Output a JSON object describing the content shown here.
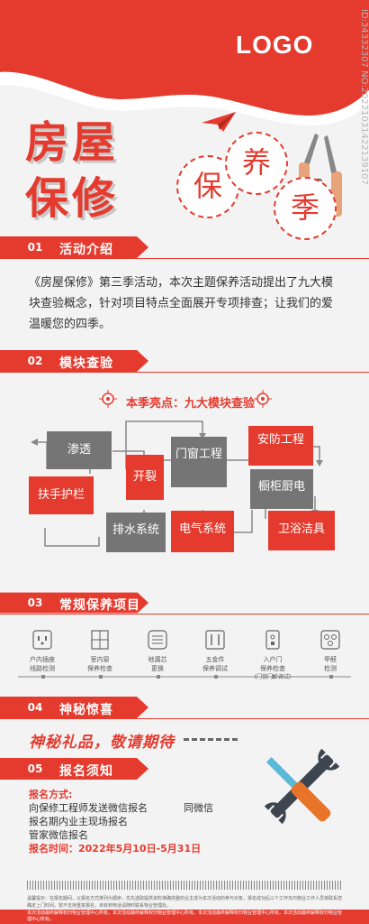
{
  "logo": "LOGO",
  "watermark_id": "ID:34332307 NO:20221031422139107",
  "title": {
    "line1": "房屋",
    "line2": "保修"
  },
  "seals": [
    "保",
    "养",
    "季"
  ],
  "sections": {
    "s1": {
      "num": "01",
      "title": "活动介绍"
    },
    "s2": {
      "num": "02",
      "title": "模块查验"
    },
    "s3": {
      "num": "03",
      "title": "常规保养项目"
    },
    "s4": {
      "num": "04",
      "title": "神秘惊喜"
    },
    "s5": {
      "num": "05",
      "title": "报名须知"
    }
  },
  "intro": "《房屋保修》第三季活动，本次主题保养活动提出了九大模块查验概念，针对项目特点全面展开专项排查；让我们的爱温暖您的四季。",
  "modules_subtitle": "本季亮点：九大模块查验",
  "modules": {
    "shentou": "渗透",
    "fushou": "扶手护栏",
    "kailie": "开裂",
    "menchuang": "门窗工程",
    "anfang": "安防工程",
    "chugui": "橱柜厨电",
    "paishui": "排水系统",
    "dianqi": "电气系统",
    "weiyu": "卫浴洁具"
  },
  "services": [
    {
      "icon": "socket-icon",
      "l1": "户内插座",
      "l2": "线路检测"
    },
    {
      "icon": "window-icon",
      "l1": "室内窗",
      "l2": "保养检查"
    },
    {
      "icon": "drain-icon",
      "l1": "地漏芯",
      "l2": "更换"
    },
    {
      "icon": "tools-icon",
      "l1": "五金件",
      "l2": "保养调试"
    },
    {
      "icon": "doorlock-icon",
      "l1": "入户门",
      "l2": "保养检查"
    },
    {
      "icon": "formaldehyde-icon",
      "l1": "甲醛",
      "l2": "检测"
    }
  ],
  "service_note": "(门锁门铃调试)",
  "slogan": "神秘礼品，敬请期待",
  "registration": {
    "label": "报名方式:",
    "line1": "向保修工程师发送微信报名",
    "line1_right": "同微信",
    "line2": "报名期内业主现场报名",
    "line3": "管家微信报名",
    "time": "报名时间：2022年5月10日-5月31日"
  },
  "notice": "温馨提示：在报名期间，以报名方式排列为顺序，优先选取提供资料准确完整的业主成为本次活动的参与对象，报名成功后三个工作日内物业工作人员将联系您确定上门时间，暂不支持重复报名，未收到电话请随时联系物业管理处。",
  "footer": "本次活动最终解释权归物业管理中心所有。本次活动最终解释权归物业管理中心所有。本次活动最终解释权归物业管理中心所有。本次活动最终解释权归物业管理中心所有。",
  "colors": {
    "red": "#e53b2f",
    "gray": "#757575",
    "bg": "#f3f3f3"
  }
}
